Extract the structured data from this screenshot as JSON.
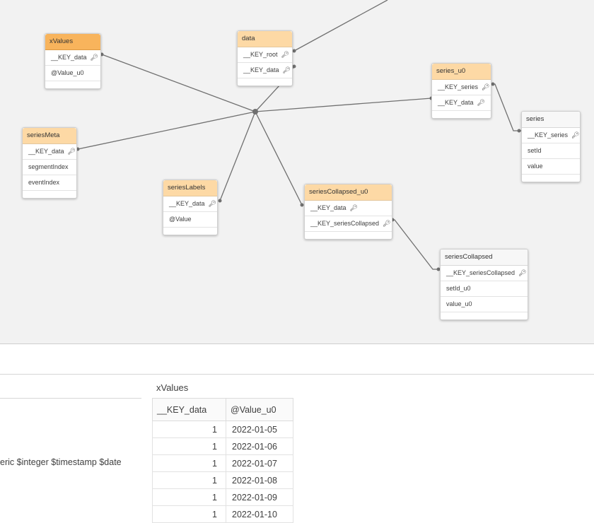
{
  "tables": {
    "xValues": {
      "title": "xValues",
      "fields": [
        {
          "name": "__KEY_data",
          "key": true
        },
        {
          "name": "@Value_u0",
          "key": false
        }
      ]
    },
    "data": {
      "title": "data",
      "fields": [
        {
          "name": "__KEY_root",
          "key": true
        },
        {
          "name": "__KEY_data",
          "key": true
        }
      ]
    },
    "series_u0": {
      "title": "series_u0",
      "fields": [
        {
          "name": "__KEY_series",
          "key": true
        },
        {
          "name": "__KEY_data",
          "key": true
        }
      ]
    },
    "series": {
      "title": "series",
      "fields": [
        {
          "name": "__KEY_series",
          "key": true
        },
        {
          "name": "setId",
          "key": false
        },
        {
          "name": "value",
          "key": false
        }
      ]
    },
    "seriesMeta": {
      "title": "seriesMeta",
      "fields": [
        {
          "name": "__KEY_data",
          "key": true
        },
        {
          "name": "segmentIndex",
          "key": false
        },
        {
          "name": "eventIndex",
          "key": false
        }
      ]
    },
    "seriesLabels": {
      "title": "seriesLabels",
      "fields": [
        {
          "name": "__KEY_data",
          "key": true
        },
        {
          "name": "@Value",
          "key": false
        }
      ]
    },
    "seriesCollapsed_u0": {
      "title": "seriesCollapsed_u0",
      "fields": [
        {
          "name": "__KEY_data",
          "key": true
        },
        {
          "name": "__KEY_seriesCollapsed",
          "key": true
        }
      ]
    },
    "seriesCollapsed": {
      "title": "seriesCollapsed",
      "fields": [
        {
          "name": "__KEY_seriesCollapsed",
          "key": true
        },
        {
          "name": "setId_u0",
          "key": false
        },
        {
          "name": "value_u0",
          "key": false
        }
      ]
    }
  },
  "key_icon": "key-icon",
  "left_panel": {
    "tags_text": "eric $integer $timestamp $date"
  },
  "preview": {
    "title": "xValues",
    "columns": [
      "__KEY_data",
      "@Value_u0"
    ],
    "rows": [
      [
        "1",
        "2022-01-05"
      ],
      [
        "1",
        "2022-01-06"
      ],
      [
        "1",
        "2022-01-07"
      ],
      [
        "1",
        "2022-01-08"
      ],
      [
        "1",
        "2022-01-09"
      ],
      [
        "1",
        "2022-01-10"
      ]
    ]
  }
}
